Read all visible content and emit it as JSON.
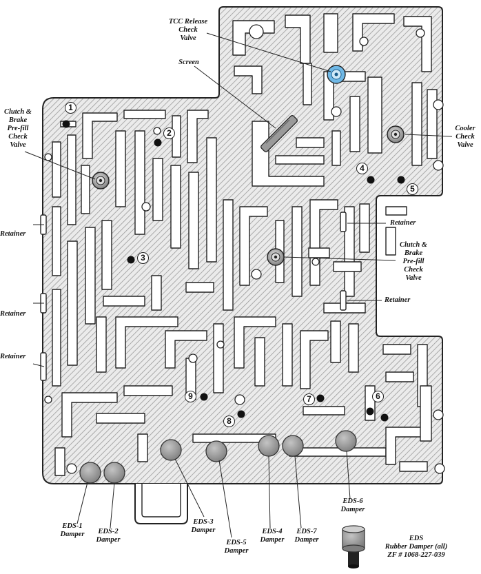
{
  "labels": {
    "tcc_release": "TCC Release\nCheck\nValve",
    "screen": "Screen",
    "clutch_brake_left": "Clutch &\nBrake\nPre-fill\nCheck\nValve",
    "cooler": "Cooler\nCheck\nValve",
    "retainer_right_top": "Retainer",
    "clutch_brake_right": "Clutch &\nBrake\nPre-fill\nCheck\nValve",
    "retainer_right_mid": "Retainer",
    "retainer_left_1": "Retainer",
    "retainer_left_2": "Retainer",
    "retainer_left_3": "Retainer",
    "eds1": "EDS-1\nDamper",
    "eds2": "EDS-2\nDamper",
    "eds3": "EDS-3\nDamper",
    "eds4": "EDS-4\nDamper",
    "eds5": "EDS-5\nDamper",
    "eds6": "EDS-6\nDamper",
    "eds7": "EDS-7\nDamper",
    "eds_rubber": "EDS\nRubber Damper (all)\nZF # 1068-227-039"
  },
  "ball_numbers": [
    "1",
    "2",
    "3",
    "4",
    "5",
    "6",
    "7",
    "8",
    "9"
  ],
  "colors": {
    "plate_fill": "#e6e6e6",
    "hatch": "#9a9a9a",
    "outline": "#222222",
    "damper": "#9c9c9c",
    "tcc_valve": "#6fb8e6"
  }
}
